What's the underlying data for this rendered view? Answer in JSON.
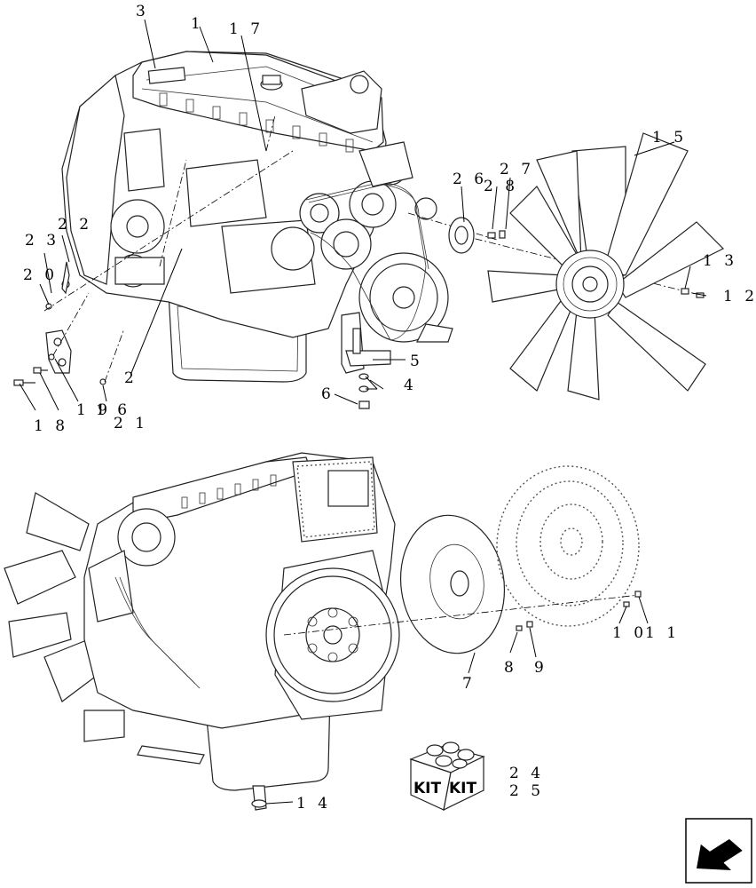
{
  "callouts": {
    "c1": "1",
    "c2": "2",
    "c3": "3",
    "c4": "4",
    "c5": "5",
    "c6": "6",
    "c7": "7",
    "c8": "8",
    "c9": "9",
    "c10": "1 0",
    "c11": "1 1",
    "c12": "1 2",
    "c13": "1 3",
    "c14": "1 4",
    "c15": "1 5",
    "c16": "1 6",
    "c17": "1 7",
    "c18": "1 8",
    "c19": "1 9",
    "c20": "2 0",
    "c21": "2 1",
    "c22": "2 2",
    "c23": "2 3",
    "c24": "2 4",
    "c25": "2 5",
    "c26": "2 6",
    "c27": "2 7",
    "c28": "2 8"
  },
  "kit": {
    "label_left": "KIT",
    "label_right": "KIT"
  },
  "nav": {
    "icon": "arrow-next-icon"
  }
}
